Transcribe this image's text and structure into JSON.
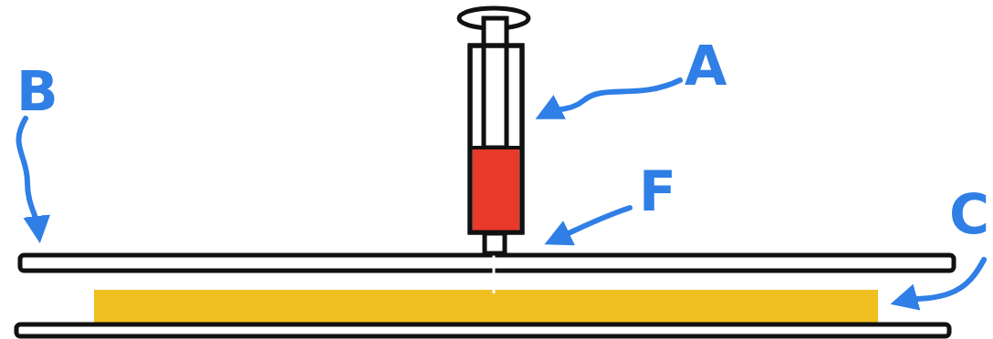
{
  "diagram": {
    "labels": [
      "A",
      "B",
      "C",
      "F"
    ]
  }
}
